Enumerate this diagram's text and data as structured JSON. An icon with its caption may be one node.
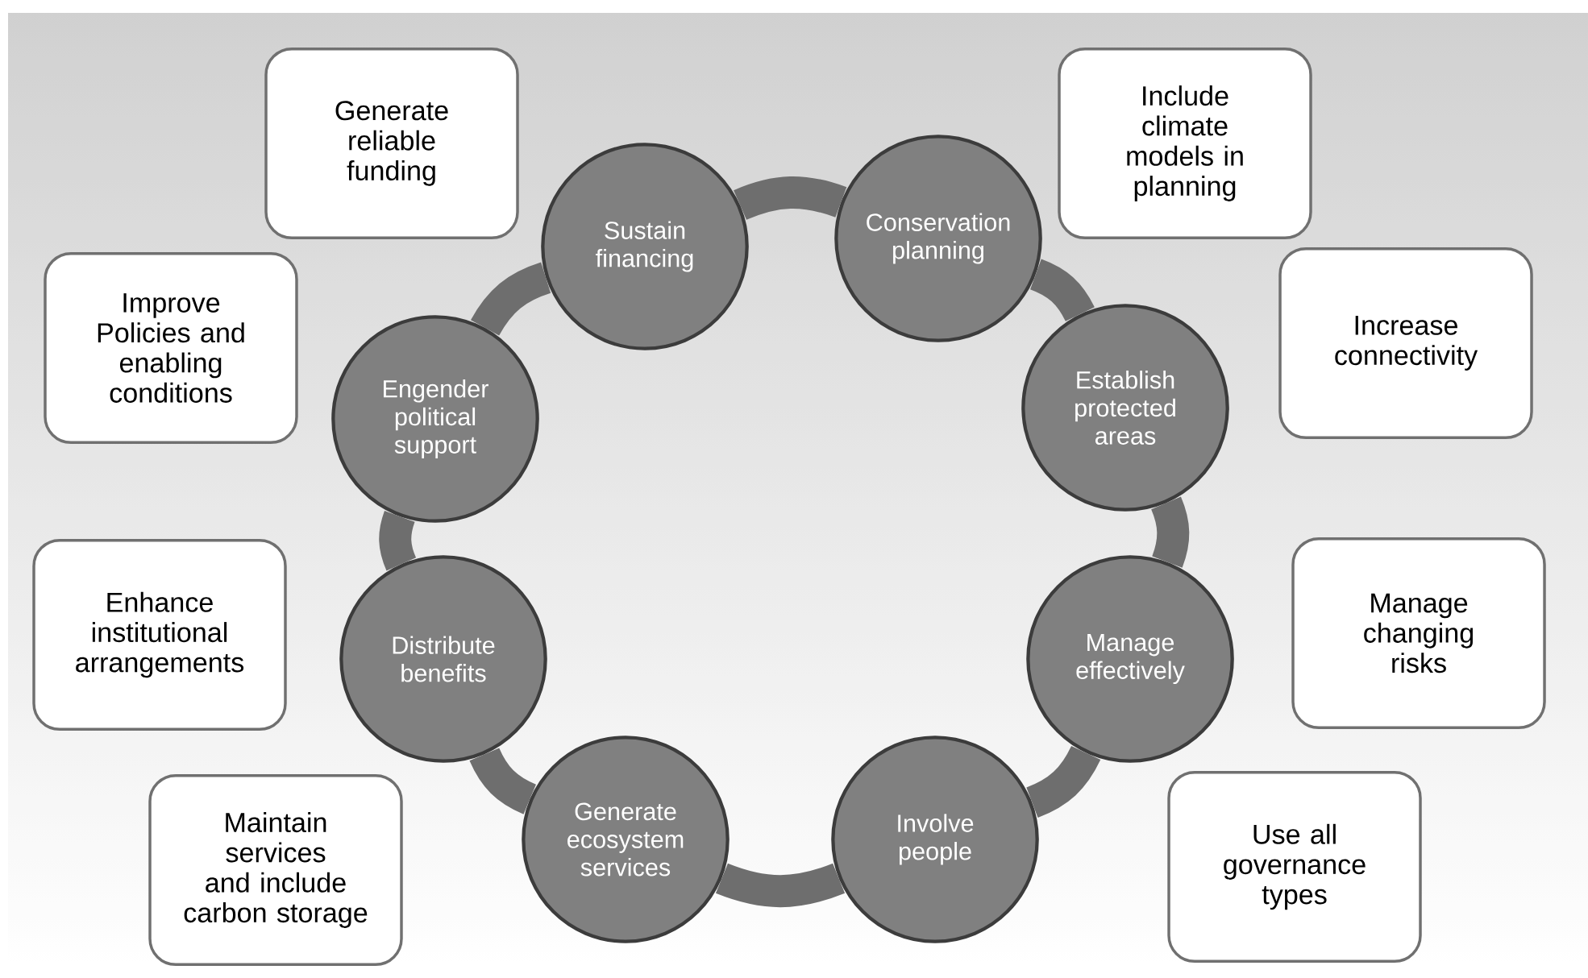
{
  "diagram": {
    "nodes": [
      {
        "text": [
          "Sustain financing"
        ]
      },
      {
        "text": [
          "Conservation planning"
        ]
      },
      {
        "text": [
          "Establish protected areas"
        ]
      },
      {
        "text": [
          "Manage effectively"
        ]
      },
      {
        "text": [
          "Involve people"
        ]
      },
      {
        "text": [
          "Generate ecosystem services"
        ]
      },
      {
        "text": [
          "Distribute benefits"
        ]
      },
      {
        "text": [
          "Engender political support"
        ]
      },
      {
        "text": [
          "Generate reliable funding"
        ]
      },
      {
        "text": [
          "Include climate models in planning"
        ]
      },
      {
        "text": [
          "Improve Policies and enabling conditions"
        ]
      },
      {
        "text": [
          "Increase connectivity"
        ]
      },
      {
        "text": [
          "Enhance institutional arrangements"
        ]
      },
      {
        "text": [
          "Manage changing risks"
        ]
      },
      {
        "text": [
          "Maintain services and include carbon storage"
        ]
      },
      {
        "text": [
          "Use all governance types"
        ]
      }
    ],
    "edges": [
      {
        "from": 0,
        "to": 1,
        "arrow": "none"
      },
      {
        "from": 1,
        "to": 2,
        "arrow": "none"
      },
      {
        "from": 2,
        "to": 3,
        "arrow": "none"
      },
      {
        "from": 3,
        "to": 4,
        "arrow": "none"
      },
      {
        "from": 4,
        "to": 5,
        "arrow": "none"
      },
      {
        "from": 5,
        "to": 6,
        "arrow": "none"
      },
      {
        "from": 6,
        "to": 7,
        "arrow": "none"
      },
      {
        "from": 7,
        "to": 0,
        "arrow": "none"
      }
    ]
  }
}
